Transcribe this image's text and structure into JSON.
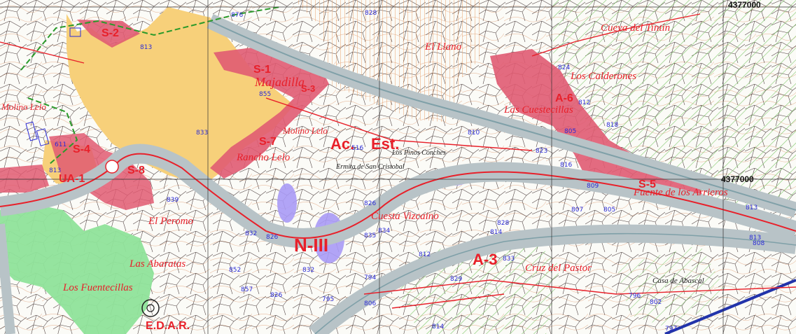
{
  "colors": {
    "urban_zone": "#e05b72",
    "industrial_zone": "#f7d07a",
    "green_zone": "#8fe39a",
    "highway": "#b8c3c7",
    "label_red": "#e8202a",
    "elevation_blue": "#2b2bd6"
  },
  "place_names": [
    "Cueva del Tintin",
    "El Llano",
    "Los Calderones",
    "Las Cuestecillas",
    "Majadilla",
    "Molino Lelo",
    "Los Pinos Conches",
    "Ermita de San Cristobal",
    "Fuente de los Arrieros",
    "El Peromo",
    "Cuesta Vizcaino",
    "Cruz del Pastor",
    "Casa de Abascal",
    "Las Abaratas",
    "Los Fuentecillas",
    "Rancho Lelo",
    "Molino Lelo"
  ],
  "zone_codes": [
    "S-2",
    "S-1",
    "S-3",
    "S-4",
    "S-5",
    "S-8",
    "S-7",
    "UA-1",
    "A-6",
    "Ac.",
    "Est.",
    "N-III",
    "A-3",
    "E.D.A.R."
  ],
  "elevations": [
    "813",
    "828",
    "824",
    "818",
    "812",
    "876",
    "855",
    "833",
    "805",
    "810",
    "816",
    "823",
    "809",
    "807",
    "805",
    "813",
    "808",
    "826",
    "834",
    "835",
    "828",
    "814",
    "833",
    "812",
    "829",
    "832",
    "794",
    "795",
    "806",
    "852",
    "857",
    "826",
    "814",
    "802",
    "796",
    "611",
    "813",
    "839",
    "832",
    "826",
    "516",
    "813",
    "797"
  ],
  "coordinates": [
    "4377000",
    "4377000"
  ]
}
